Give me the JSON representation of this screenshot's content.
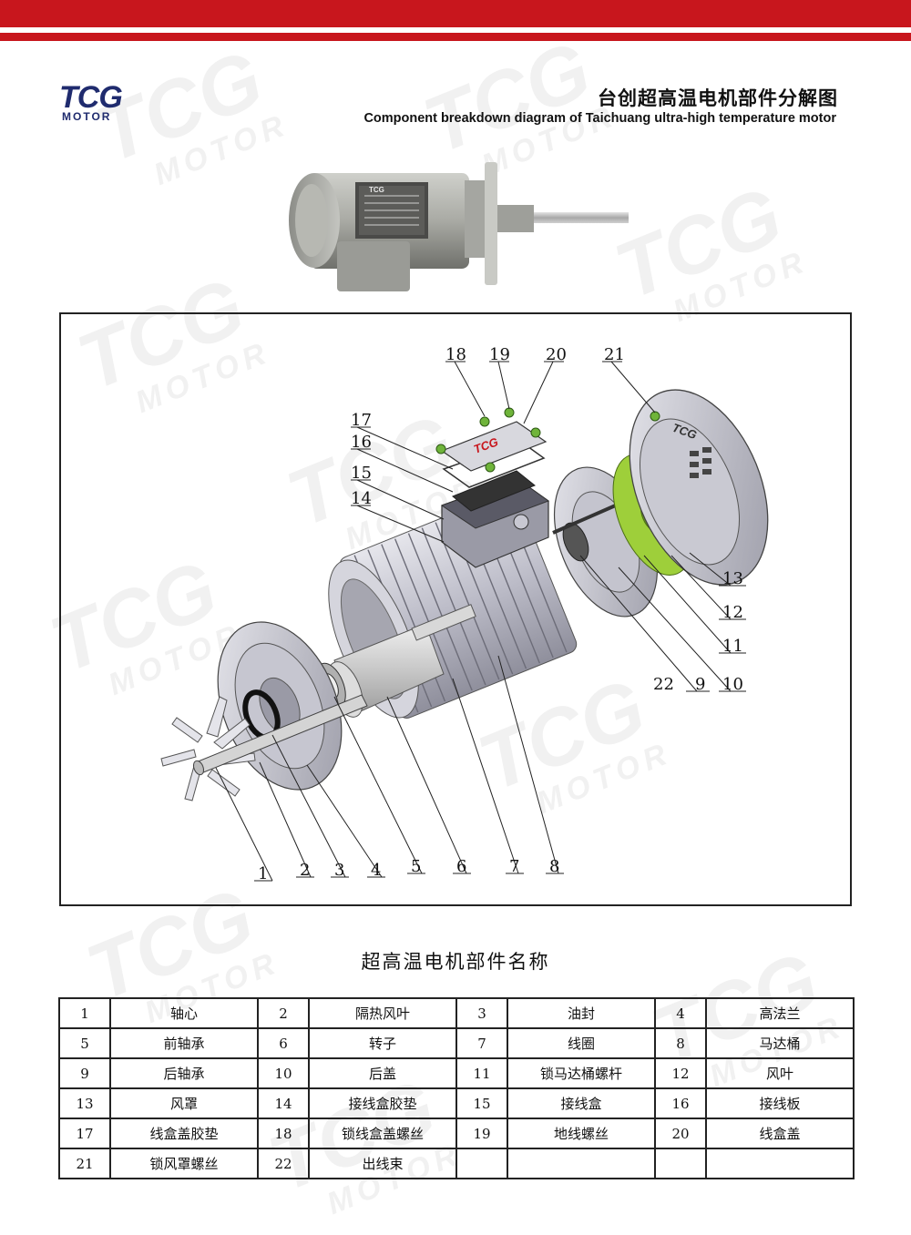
{
  "brand": {
    "logo_mark": "TCG",
    "logo_sub": "MOTOR"
  },
  "header": {
    "title_cn": "台创超高温电机部件分解图",
    "title_en": "Component breakdown diagram of Taichuang ultra-high temperature motor"
  },
  "photo": {
    "badge": "TCG"
  },
  "diagram": {
    "labels": [
      "1",
      "2",
      "3",
      "4",
      "5",
      "6",
      "7",
      "8",
      "9",
      "10",
      "11",
      "12",
      "13",
      "14",
      "15",
      "16",
      "17",
      "18",
      "19",
      "20",
      "21",
      "22"
    ],
    "box_badge": "TCG",
    "cover_badge": "TCG"
  },
  "table": {
    "title": "超高温电机部件名称",
    "rows": [
      [
        {
          "n": "1",
          "name": "轴心"
        },
        {
          "n": "2",
          "name": "隔热风叶"
        },
        {
          "n": "3",
          "name": "油封"
        },
        {
          "n": "4",
          "name": "高法兰"
        }
      ],
      [
        {
          "n": "5",
          "name": "前轴承"
        },
        {
          "n": "6",
          "name": "转子"
        },
        {
          "n": "7",
          "name": "线圈"
        },
        {
          "n": "8",
          "name": "马达桶"
        }
      ],
      [
        {
          "n": "9",
          "name": "后轴承"
        },
        {
          "n": "10",
          "name": "后盖"
        },
        {
          "n": "11",
          "name": "锁马达桶螺杆"
        },
        {
          "n": "12",
          "name": "风叶"
        }
      ],
      [
        {
          "n": "13",
          "name": "风罩"
        },
        {
          "n": "14",
          "name": "接线盒胶垫"
        },
        {
          "n": "15",
          "name": "接线盒"
        },
        {
          "n": "16",
          "name": "接线板"
        }
      ],
      [
        {
          "n": "17",
          "name": "线盒盖胶垫"
        },
        {
          "n": "18",
          "name": "锁线盒盖螺丝"
        },
        {
          "n": "19",
          "name": "地线螺丝"
        },
        {
          "n": "20",
          "name": "线盒盖"
        }
      ],
      [
        {
          "n": "21",
          "name": "锁风罩螺丝"
        },
        {
          "n": "22",
          "name": "出线束"
        },
        {
          "n": "",
          "name": ""
        },
        {
          "n": "",
          "name": ""
        }
      ]
    ]
  },
  "colors": {
    "band_red": "#c8161d",
    "logo_navy": "#1f2b6e",
    "fan_green": "#9ecf3a"
  }
}
